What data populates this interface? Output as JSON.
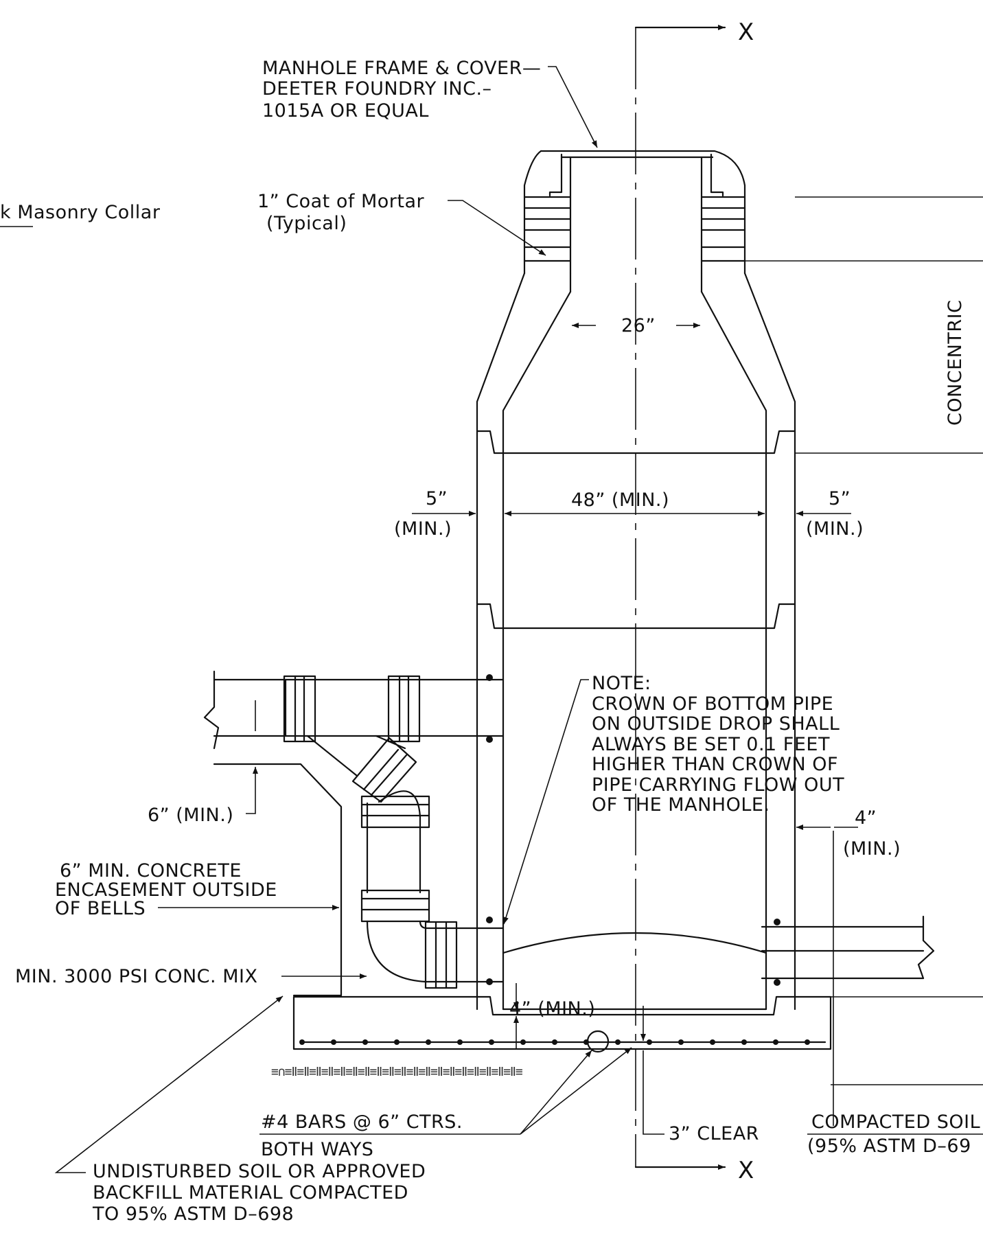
{
  "frame_cover": [
    "MANHOLE FRAME & COVER—",
    "DEETER FOUNDRY INC.–",
    "1015A OR EQUAL"
  ],
  "mortar": [
    "1” Coat of Mortar",
    "(Typical)"
  ],
  "collar": "k Masonry Collar",
  "concentric": "CONCENTRIC",
  "section_mark": "X",
  "dim_26": "26”",
  "dim_48": "48” (MIN.)",
  "dim_5": "5”",
  "dim_min": "(MIN.)",
  "dim_6": "6” (MIN.)",
  "dim_4": "4”",
  "dim_4_bottom": "4” (MIN.)",
  "note": [
    "NOTE:",
    "CROWN OF BOTTOM PIPE",
    "ON OUTSIDE DROP SHALL",
    "ALWAYS BE SET 0.1 FEET",
    "HIGHER THAN CROWN OF",
    "PIPE CARRYING FLOW OUT",
    "OF THE MANHOLE."
  ],
  "encasement": [
    "6” MIN. CONCRETE",
    "ENCASEMENT OUTSIDE",
    "OF BELLS"
  ],
  "conc_mix": "MIN. 3000 PSI CONC. MIX",
  "bars": [
    "#4 BARS @ 6” CTRS.",
    "BOTH WAYS"
  ],
  "clear": "3” CLEAR",
  "compacted": [
    "COMPACTED SOIL",
    "(95% ASTM D–69"
  ],
  "undisturbed": [
    "UNDISTURBED SOIL OR APPROVED",
    "BACKFILL MATERIAL COMPACTED",
    "TO 95% ASTM D–698"
  ],
  "hatch_rows": {
    "base": "≡∩≡Ⅱ≡Ⅱ≡Ⅱ≡Ⅱ≡Ⅱ≡Ⅱ≡Ⅱ≡Ⅱ≡Ⅱ≡Ⅱ≡Ⅱ≡Ⅱ≡Ⅱ≡Ⅱ≡Ⅱ≡Ⅱ≡Ⅱ≡Ⅱ≡Ⅱ≡"
  }
}
